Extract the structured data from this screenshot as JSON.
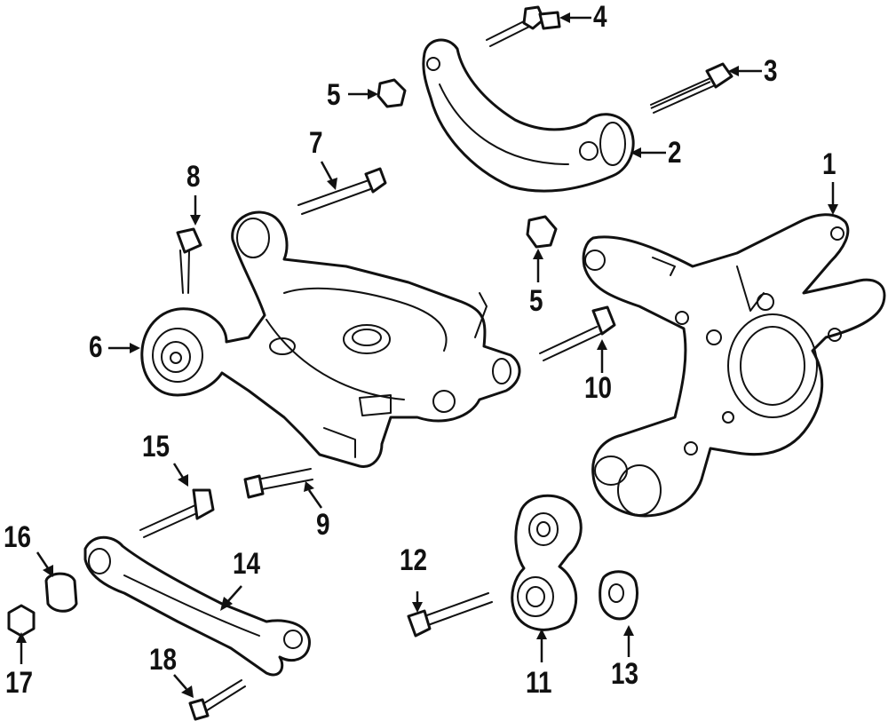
{
  "callouts": [
    "1",
    "2",
    "3",
    "4",
    "5",
    "5",
    "6",
    "7",
    "8",
    "9",
    "10",
    "11",
    "12",
    "13",
    "14",
    "15",
    "16",
    "17",
    "18"
  ],
  "colors": {
    "line": "#111111",
    "fill": "#ffffff"
  }
}
